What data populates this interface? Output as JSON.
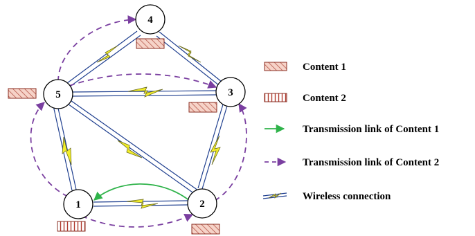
{
  "nodes": {
    "n1": {
      "label": "1"
    },
    "n2": {
      "label": "2"
    },
    "n3": {
      "label": "3"
    },
    "n4": {
      "label": "4"
    },
    "n5": {
      "label": "5"
    }
  },
  "legend": {
    "content1": "Content 1",
    "content2": "Content 2",
    "link1": "Transmission link of Content 1",
    "link2": "Transmission link of Content 2",
    "wireless": "Wireless connection"
  },
  "colors": {
    "link_green": "#2fb34a",
    "link_purple": "#7a3fa0",
    "wire_blue": "#1f3f8f",
    "wire_yellow": "#f2ee2a",
    "hatch_red": "#b03a2e",
    "hatch_fill": "#f6d3c8"
  }
}
